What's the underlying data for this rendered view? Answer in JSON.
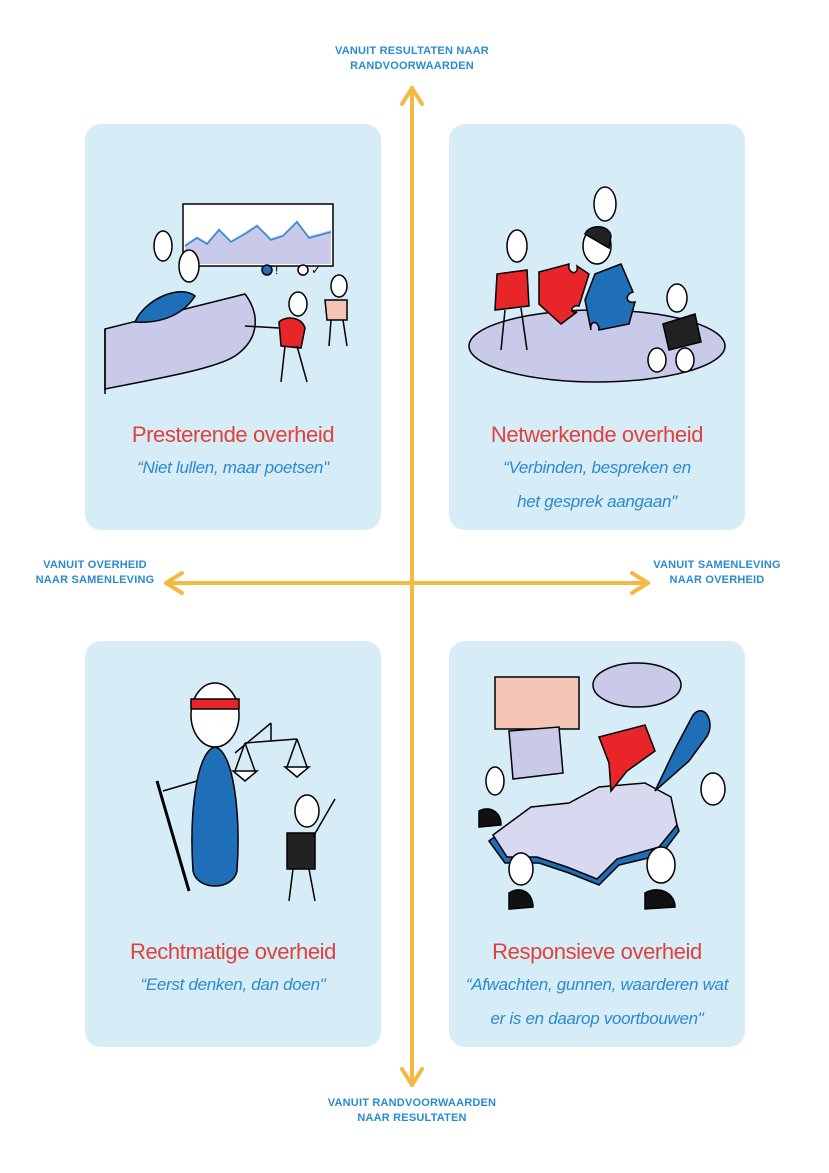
{
  "axes": {
    "top": {
      "line1": "VANUIT RESULTATEN NAAR",
      "line2": "RANDVOORWAARDEN"
    },
    "bottom": {
      "line1": "VANUIT RANDVOORWAARDEN",
      "line2": "NAAR RESULTATEN"
    },
    "left": {
      "line1": "VANUIT OVERHEID",
      "line2": "NAAR SAMENLEVING"
    },
    "right": {
      "line1": "VANUIT SAMENLEVING",
      "line2": "NAAR OVERHEID"
    },
    "color": "#f4b942",
    "label_color": "#2b8ad0"
  },
  "quadrants": {
    "top_left": {
      "title": "Presterende overheid",
      "quote_lines": [
        "“Niet lullen, maar poetsen\""
      ]
    },
    "top_right": {
      "title": "Netwerkende overheid",
      "quote_lines": [
        "“Verbinden, bespreken en",
        "het gesprek aangaan\""
      ]
    },
    "bottom_left": {
      "title": "Rechtmatige overheid",
      "quote_lines": [
        "“Eerst denken, dan doen\""
      ]
    },
    "bottom_right": {
      "title": "Responsieve overheid",
      "quote_lines": [
        "“Afwachten, gunnen, waarderen wat",
        "er is en daarop voortbouwen\""
      ]
    }
  },
  "colors": {
    "card_bg": "#d6ecf6",
    "title": "#e0413c",
    "quote": "#2b8ad0",
    "figure_blue": "#1f6fb8",
    "figure_red": "#e8262a"
  }
}
